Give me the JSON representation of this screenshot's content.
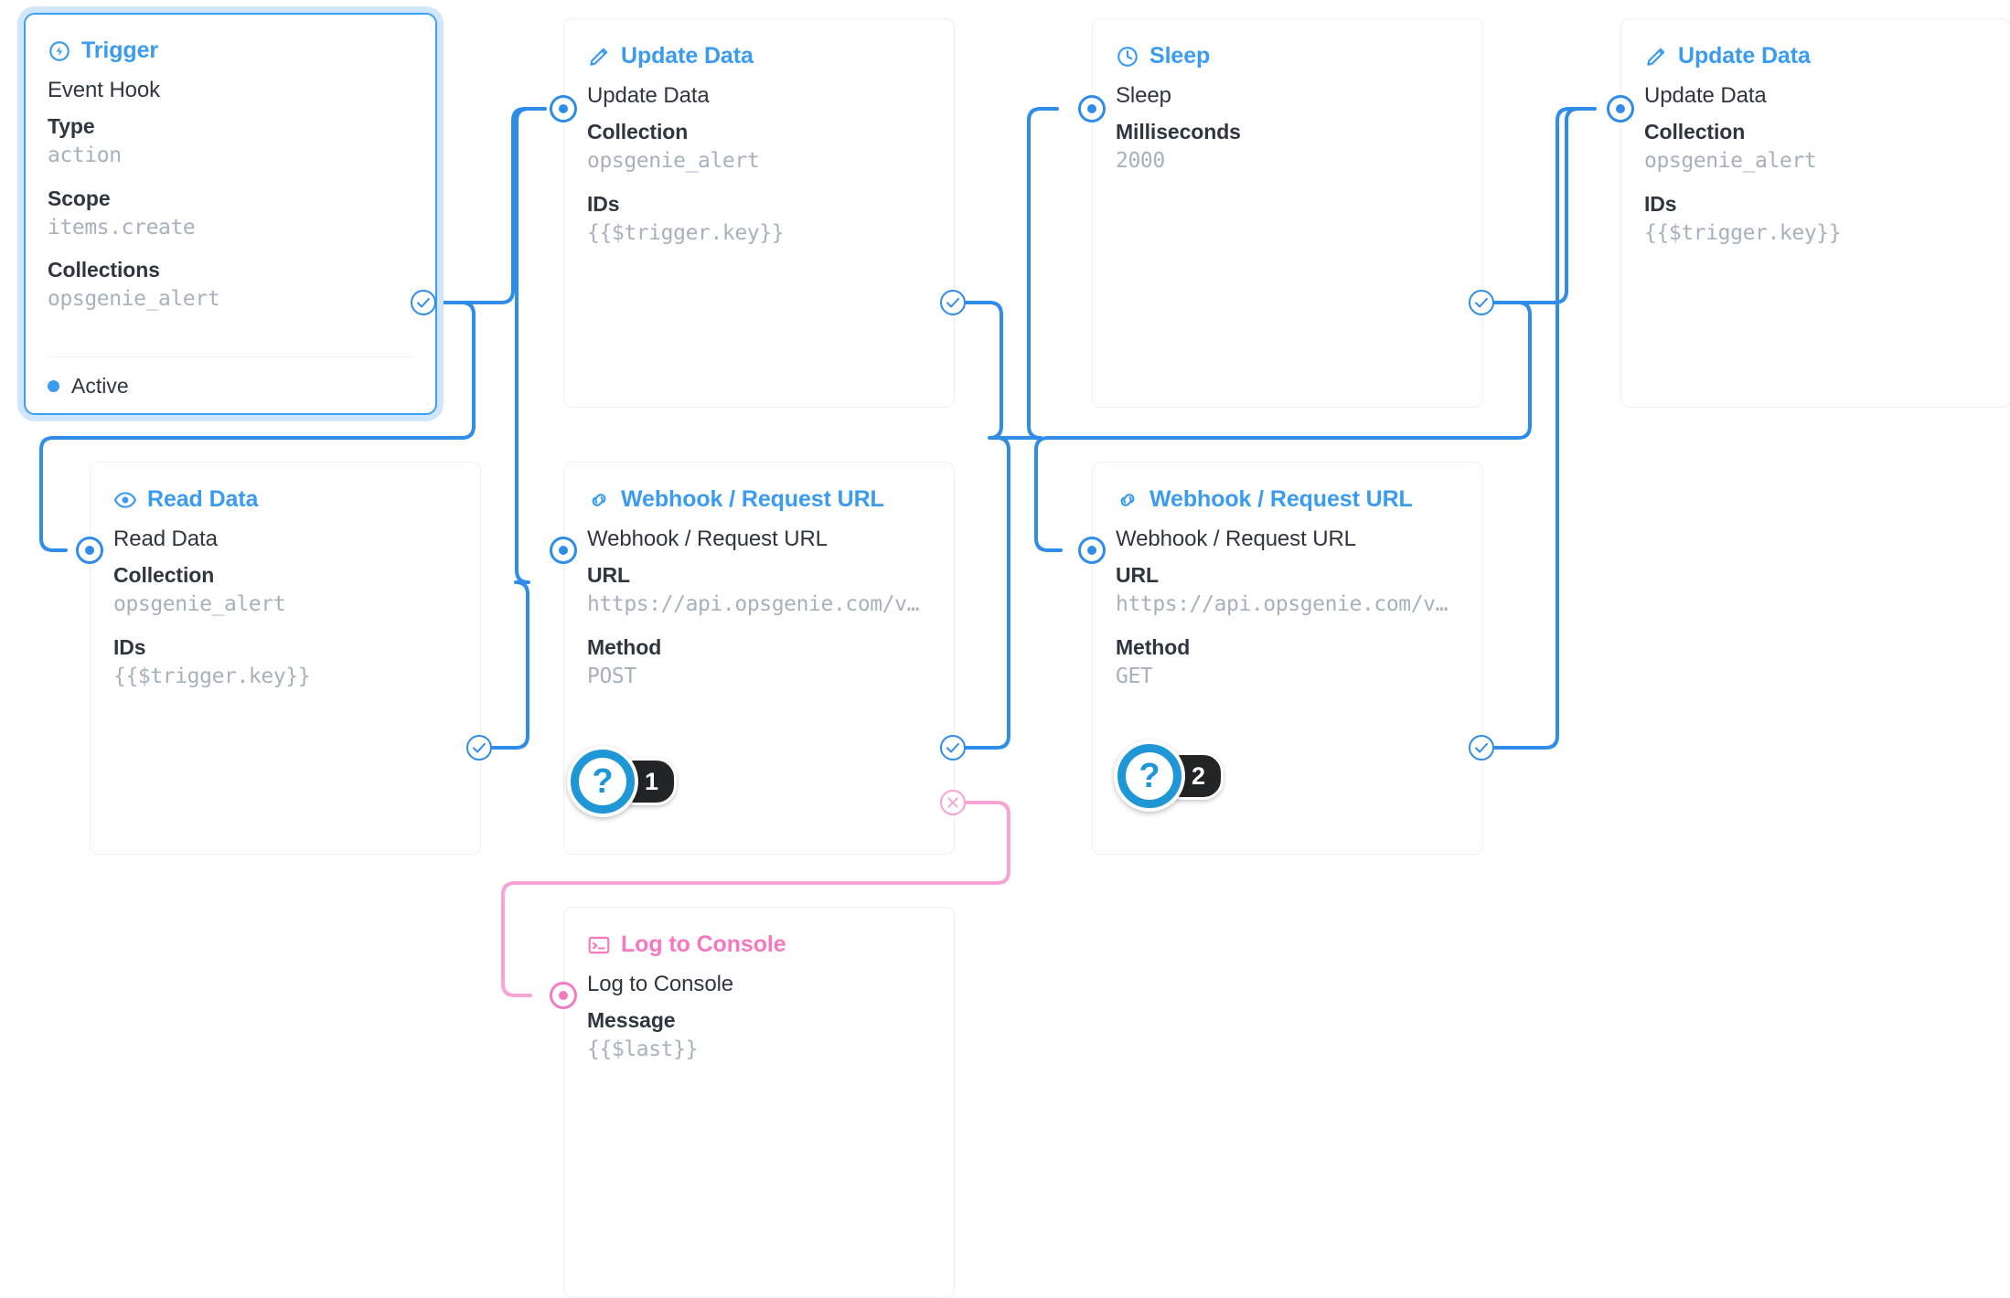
{
  "theme": {
    "accent": "#3a9bf0",
    "edge": "#2f8ce8",
    "reject": "#f7a3d4",
    "pink": "#f778c0",
    "card_border": "#eceff3",
    "value_text": "#a7b0bd",
    "label_text": "#2f3640",
    "selection_glow": "#cfe6fd",
    "marker_blue": "#1f97d6",
    "marker_badge_bg": "#222426"
  },
  "nodes": {
    "trigger": {
      "header": "Trigger",
      "icon": "lightning-circle-icon",
      "title": "Event Hook",
      "fields": [
        {
          "label": "Type",
          "value": "action"
        },
        {
          "label": "Scope",
          "value": "items.create"
        },
        {
          "label": "Collections",
          "value": "opsgenie_alert"
        }
      ],
      "status": "Active"
    },
    "update_data_1": {
      "header": "Update Data",
      "icon": "pencil-icon",
      "title": "Update Data",
      "fields": [
        {
          "label": "Collection",
          "value": "opsgenie_alert"
        },
        {
          "label": "IDs",
          "value": "{{$trigger.key}}"
        }
      ]
    },
    "sleep": {
      "header": "Sleep",
      "icon": "clock-icon",
      "title": "Sleep",
      "fields": [
        {
          "label": "Milliseconds",
          "value": "2000"
        }
      ]
    },
    "update_data_2": {
      "header": "Update Data",
      "icon": "pencil-icon",
      "title": "Update Data",
      "fields": [
        {
          "label": "Collection",
          "value": "opsgenie_alert"
        },
        {
          "label": "IDs",
          "value": "{{$trigger.key}}"
        }
      ]
    },
    "read_data": {
      "header": "Read Data",
      "icon": "eye-icon",
      "title": "Read Data",
      "fields": [
        {
          "label": "Collection",
          "value": "opsgenie_alert"
        },
        {
          "label": "IDs",
          "value": "{{$trigger.key}}"
        }
      ]
    },
    "webhook_post": {
      "header": "Webhook / Request URL",
      "icon": "link-icon",
      "title": "Webhook / Request URL",
      "fields": [
        {
          "label": "URL",
          "value": "https://api.opsgenie.com/v…"
        },
        {
          "label": "Method",
          "value": "POST"
        }
      ]
    },
    "webhook_get": {
      "header": "Webhook / Request URL",
      "icon": "link-icon",
      "title": "Webhook / Request URL",
      "fields": [
        {
          "label": "URL",
          "value": "https://api.opsgenie.com/v…"
        },
        {
          "label": "Method",
          "value": "GET"
        }
      ]
    },
    "log_to_console": {
      "header": "Log to Console",
      "icon": "terminal-icon",
      "title": "Log to Console",
      "fields": [
        {
          "label": "Message",
          "value": "{{$last}}"
        }
      ]
    }
  },
  "markers": [
    {
      "glyph": "?",
      "label": "1",
      "target": "webhook-post-node"
    },
    {
      "glyph": "?",
      "label": "2",
      "target": "webhook-get-node"
    }
  ]
}
